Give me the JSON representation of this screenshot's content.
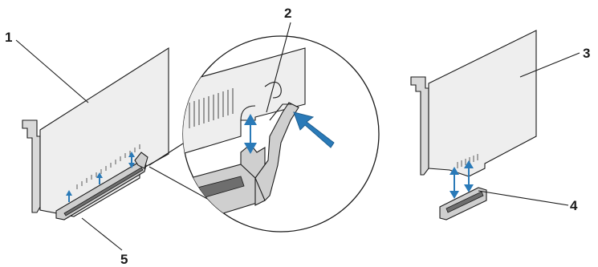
{
  "callouts": [
    {
      "id": "1",
      "label": "1"
    },
    {
      "id": "2",
      "label": "2"
    },
    {
      "id": "3",
      "label": "3"
    },
    {
      "id": "4",
      "label": "4"
    },
    {
      "id": "5",
      "label": "5"
    }
  ],
  "colors": {
    "arrow": "#2a7ab8",
    "line": "#1a1a1a",
    "card_fill": "#eeeeee",
    "slot_fill": "#cfcfcf"
  },
  "icons": [
    "pcie-x16-card-icon",
    "retention-clip-icon",
    "pcie-x1-card-icon",
    "x1-slot-icon",
    "x16-slot-icon",
    "press-arrow-icon"
  ]
}
